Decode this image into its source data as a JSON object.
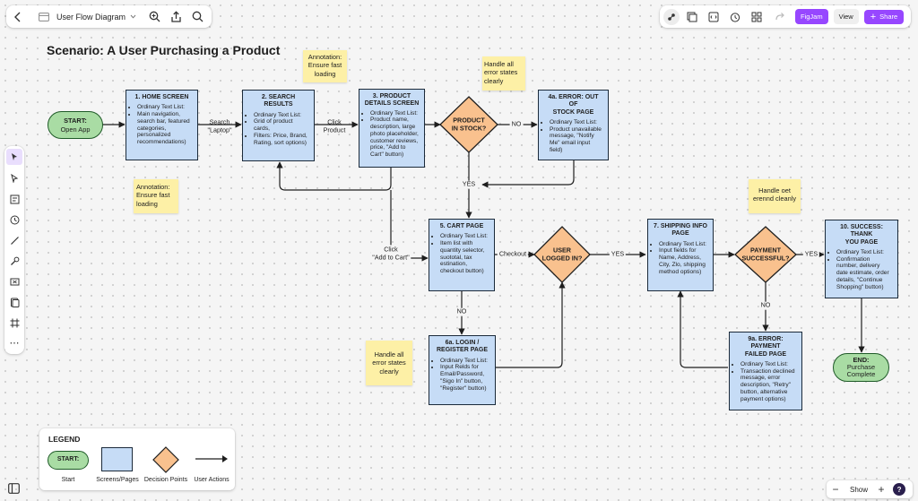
{
  "toolbar": {
    "file_title": "User Flow Diagram",
    "figjam_label": "FigJam",
    "view_label": "View",
    "share_label": "Share",
    "accent": "#9747ff"
  },
  "bottom_bar": {
    "show_label": "Show",
    "minus": "−",
    "plus": "+",
    "help": "?"
  },
  "tools": [
    "select-tool",
    "pointer-tool",
    "text-block-tool",
    "timer-tool",
    "line-tool",
    "pen-tool",
    "shape-tool",
    "sticky-tool",
    "frame-tool",
    "more-tool"
  ],
  "diagram": {
    "title": "Scenario: A User Purchasing a Product",
    "start": {
      "l1": "START:",
      "l2": "Open App"
    },
    "end": {
      "l1": "END:",
      "l2": "Purchase",
      "l3": "Complete"
    },
    "screens": {
      "home": {
        "title": "1. HOME SCREEN",
        "lead": "Ordinary Text List:",
        "items": [
          "Main navigation, search bar, featured categories, personalized recommendations)"
        ]
      },
      "search": {
        "title": "2. SEARCH RESULTS",
        "lead": "Ordinary Text List:",
        "items": [
          "Grid of product cards,",
          "Filters: Price, Brand, Rating, sort options)"
        ]
      },
      "details": {
        "title1": "3. PRODUCT",
        "title2": "DETAILS SCREEN",
        "lead": "Ordinary Text List:",
        "items": [
          "Product name, description, large photo placeholder, customer reviews, price, \"Add to Cart\" button)"
        ]
      },
      "oos": {
        "title1": "4a. ERROR: OUT OF",
        "title2": "STOCK PAGE",
        "lead": "Ordinary Text List:",
        "items": [
          "Product unavailable message, \"Notify Me\" email input field)"
        ]
      },
      "cart": {
        "title": "5. CART PAGE",
        "lead": "Ordinary Text List:",
        "items": [
          "Item list with quantity selector, suototal, tax estination, checkout button)"
        ]
      },
      "login": {
        "title1": "6a. LOGIN /",
        "title2": "REGISTER PAGE",
        "lead": "Ordinary Text List:",
        "items": [
          "Input Relds for Email/Password, \"Sigo In\" button, \"Register\" button)"
        ]
      },
      "shipping": {
        "title1": "7. SHIPPING INFO",
        "title2": "PAGE",
        "lead": "Ordinary Text List:",
        "items": [
          "Input fields for Name, Address, City, Zlo, shipping method options)"
        ]
      },
      "payfail": {
        "title1": "9a. ERROR: PAYMENT",
        "title2": "FAILED PAGE",
        "lead": "Ordinary Text List:",
        "items": [
          "Transaction declined message, error description, \"Retry\" button, alternative payment options)"
        ]
      },
      "success": {
        "title1": "10. SUCCESS: THANK",
        "title2": "YOU PAGE",
        "lead": "Ordinary Text List:",
        "items": [
          "Confirmation number, delivery date estimate, order details, \"Continue Shopping\" button)"
        ]
      }
    },
    "decisions": {
      "stock": {
        "l1": "PRODUCT",
        "l2": "IN STOCK?"
      },
      "logged": {
        "l1": "USER",
        "l2": "LOGGED IN?"
      },
      "payment": {
        "l1": "PAYMENT",
        "l2": "SUCCESSFUL?"
      }
    },
    "edge_labels": {
      "search": "Search",
      "search2": "\"Laptop\"",
      "click": "Click",
      "click2": "Product",
      "no1": "NO",
      "yes1": "YES",
      "addcart": "Click",
      "addcart2": "\"Add to Cart\"",
      "checkout": "Checkout",
      "yes2": "YES",
      "no2": "NO",
      "yes3": "YES",
      "no3": "NO"
    },
    "stickies": {
      "s1": {
        "l1": "Annotation:",
        "l2": "Ensure fast",
        "l3": "loading"
      },
      "s2": {
        "l1": "Handle all",
        "l2": "error states",
        "l3": "clearly"
      },
      "s3": {
        "l1": "Annotation:",
        "l2": "Ensure fast",
        "l3": "loading"
      },
      "s4": {
        "l1": "Handle oet",
        "l2": "erennd cleanly"
      },
      "s5": {
        "l1": "Handle all",
        "l2": "error states",
        "l3": "clearly"
      }
    }
  },
  "legend": {
    "title": "LEGEND",
    "start_shape": "START:",
    "start": "Start",
    "screens": "Screens/Pages",
    "decisions": "Decision Points",
    "actions": "User Actions"
  },
  "colors": {
    "screen_fill": "#c6dcf6",
    "decision_fill": "#f9c18e",
    "start_fill": "#a9dca4",
    "sticky_fill": "#fdf0a6"
  }
}
